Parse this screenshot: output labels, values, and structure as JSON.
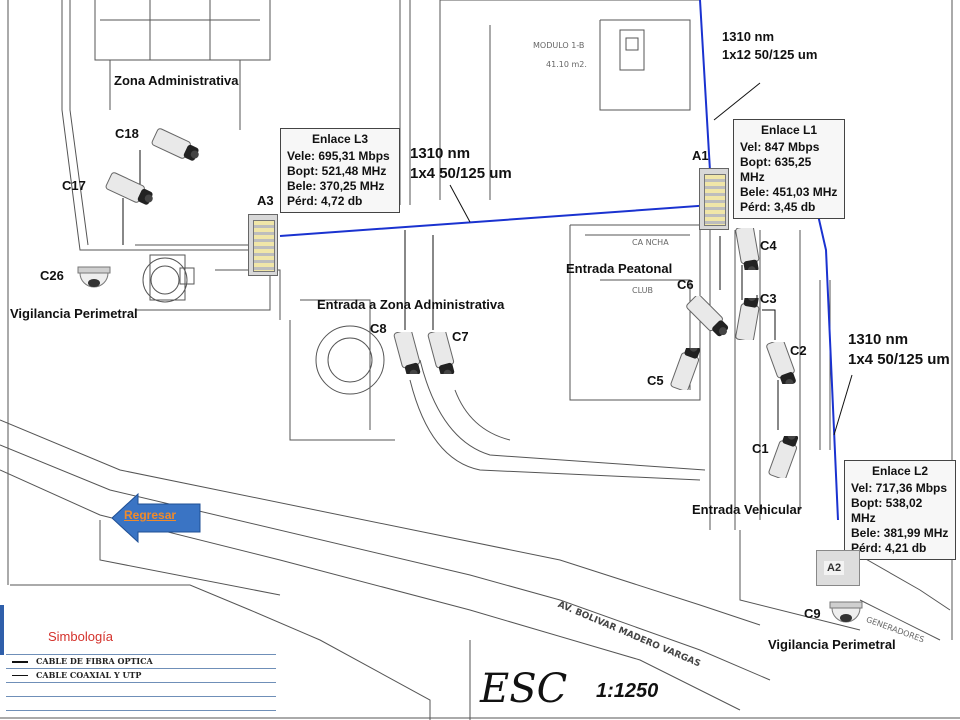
{
  "labels": {
    "zona_administrativa": "Zona Administrativa",
    "entrada_peatonal": "Entrada Peatonal",
    "entrada_zona_admin": "Entrada a Zona Administrativa",
    "entrada_vehicular": "Entrada Vehicular",
    "vigilancia_left": "Vigilancia Perimetral",
    "vigilancia_right": "Vigilancia Perimetral"
  },
  "cameras": {
    "c1": "C1",
    "c2": "C2",
    "c3": "C3",
    "c4": "C4",
    "c5": "C5",
    "c6": "C6",
    "c7": "C7",
    "c8": "C8",
    "c9": "C9",
    "c17": "C17",
    "c18": "C18",
    "c26": "C26"
  },
  "nodes": {
    "a1": "A1",
    "a2": "A2",
    "a3": "A3"
  },
  "links": {
    "l1": {
      "title": "Enlace L1",
      "vel": "Vel: 847 Mbps",
      "bopt": "Bopt: 635,25 MHz",
      "bele": "Bele: 451,03 MHz",
      "perd": "Pérd: 3,45 db"
    },
    "l2": {
      "title": "Enlace L2",
      "vel": "Vel: 717,36 Mbps",
      "bopt": "Bopt: 538,02 MHz",
      "bele": "Bele: 381,99 MHz",
      "perd": "Pérd: 4,21 db"
    },
    "l3": {
      "title": "Enlace L3",
      "vel": "Vele: 695,31 Mbps",
      "bopt": "Bopt: 521,48 MHz",
      "bele": "Bele: 370,25 MHz",
      "perd": "Pérd: 4,72 db"
    }
  },
  "fiber_notes": {
    "top_line1": "1310 nm",
    "top_line2": "1x12  50/125 um",
    "center_line1": "1310 nm",
    "center_line2": "1x4  50/125 um",
    "right_line1": "1310 nm",
    "right_line2": "1x4  50/125 um"
  },
  "plan_text": {
    "modulo": "MODULO 1-B",
    "area": "41.10 m2.",
    "cancha_a": "CA NCHA",
    "cancha_b": "CLUB",
    "avenue": "AV. BOLIVAR MADERO VARGAS",
    "generadores": "GENERADORES"
  },
  "back_button": {
    "label": "Regresar"
  },
  "legend": {
    "title": "Simbología",
    "rows": [
      {
        "text": "CABLE DE FIBRA OPTICA"
      },
      {
        "text": "CABLE COAXIAL Y UTP"
      }
    ]
  },
  "scale": {
    "text": "ESC",
    "ratio": "1:1250"
  },
  "colors": {
    "fiber": "#1a32d0",
    "coax": "#111111",
    "legend_title": "#d4322c",
    "back_button_text": "#f08a2a",
    "back_button_arrow": "#3a74c4"
  }
}
